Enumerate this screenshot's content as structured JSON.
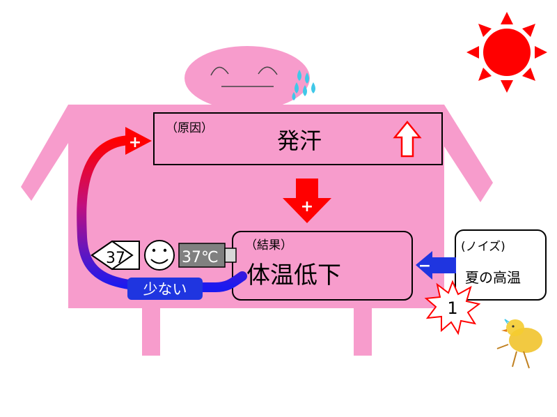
{
  "colors": {
    "body": "#f79ccc",
    "sun": "#ff0000",
    "arrow_red": "#ff0000",
    "arrow_blue": "#0000ff",
    "pill_blue": "#1f35e0",
    "thermo_gray": "#808080",
    "drops": "#40c8e8",
    "chick": "#f0c020"
  },
  "cause_box": {
    "tag": "（原因）",
    "label": "発汗",
    "indicator": "up-outline-arrow"
  },
  "result_box": {
    "tag": "（結果）",
    "label": "体温低下"
  },
  "noise_box": {
    "tag": "(ノイズ)",
    "label": "夏の高温"
  },
  "signs": {
    "loop_plus": "+",
    "down_plus": "+",
    "noise_minus": "−"
  },
  "indicators": {
    "diamond_value": "37",
    "thermometer_reading": "37℃",
    "face": "smiley-face-icon"
  },
  "pill_label": "少ない",
  "burst_value": "1",
  "icons": [
    "sun-icon",
    "sweat-drops-icon",
    "chick-icon",
    "smiley-face-icon",
    "thermometer-icon"
  ]
}
